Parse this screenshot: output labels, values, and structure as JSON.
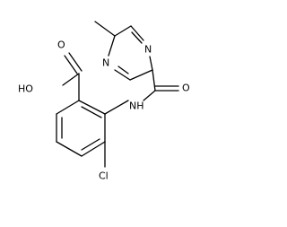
{
  "atoms": {
    "hydroxyl": "HO",
    "carbonyl_oxygen": "O",
    "pyrazine_n1": "N",
    "pyrazine_n4": "N",
    "amide_oxygen": "O",
    "amide_nh": "NH",
    "chlorine": "Cl"
  },
  "colors": {
    "bond": "#000000",
    "label": "#000000",
    "background": "#ffffff"
  }
}
